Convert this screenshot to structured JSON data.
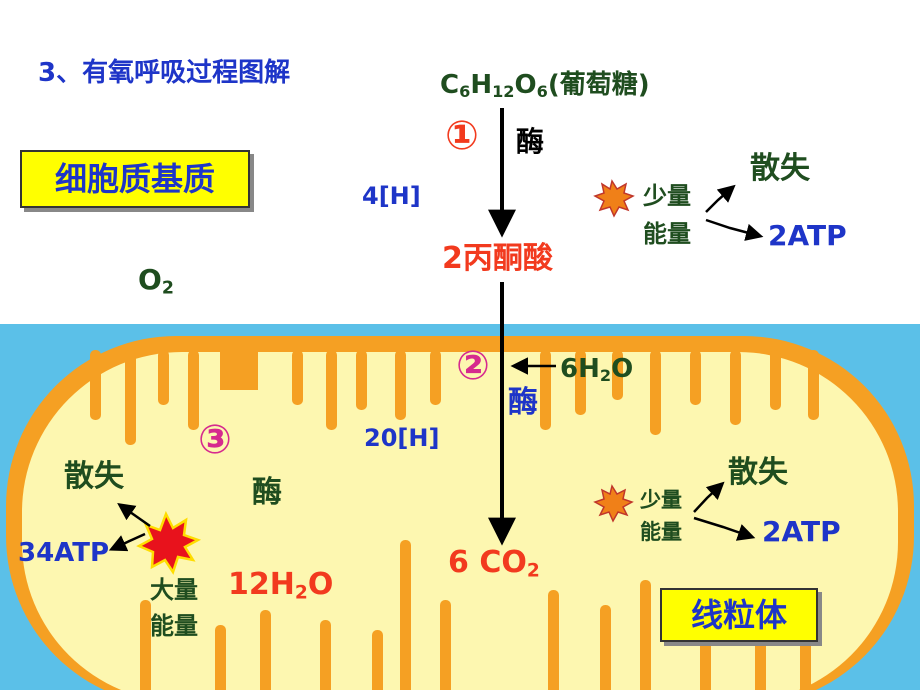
{
  "title": "3、有氧呼吸过程图解",
  "labels": {
    "cytoplasm": "细胞质基质",
    "mitochondrion": "线粒体"
  },
  "stage1": {
    "number": "①",
    "glucose_formula": {
      "c": "C",
      "c_n": "6",
      "h": "H",
      "h_n": "12",
      "o": "O",
      "o_n": "6"
    },
    "glucose_name": "(葡萄糖)",
    "enzyme": "酶",
    "hydrogen": "4[H]",
    "product": "2丙酮酸",
    "energy_small": [
      "少量",
      "能量"
    ],
    "dissipate": "散失",
    "atp": "2ATP"
  },
  "oxygen": {
    "base": "O",
    "sub": "2"
  },
  "stage2": {
    "number": "②",
    "water_in": {
      "coef": "6H",
      "sub": "2",
      "tail": "O"
    },
    "enzyme": "酶",
    "hydrogen": "20[H]",
    "co2": {
      "pre": "6 CO",
      "sub": "2"
    },
    "energy_small": [
      "少量",
      "能量"
    ],
    "dissipate": "散失",
    "atp": "2ATP"
  },
  "stage3": {
    "number": "③",
    "enzyme": "酶",
    "dissipate": "散失",
    "atp": "34ATP",
    "energy_large": [
      "大量",
      "能量"
    ],
    "water_out": {
      "pre": "12H",
      "sub": "2",
      "tail": "O"
    }
  },
  "colors": {
    "sky": "#5bc0e8",
    "membrane": "#f5a023",
    "matrix": "#fdf7b0",
    "dark_green": "#1f4d1f",
    "blue": "#1e35c8",
    "red": "#f23a1e",
    "magenta": "#d62a8e",
    "black": "#000000"
  }
}
